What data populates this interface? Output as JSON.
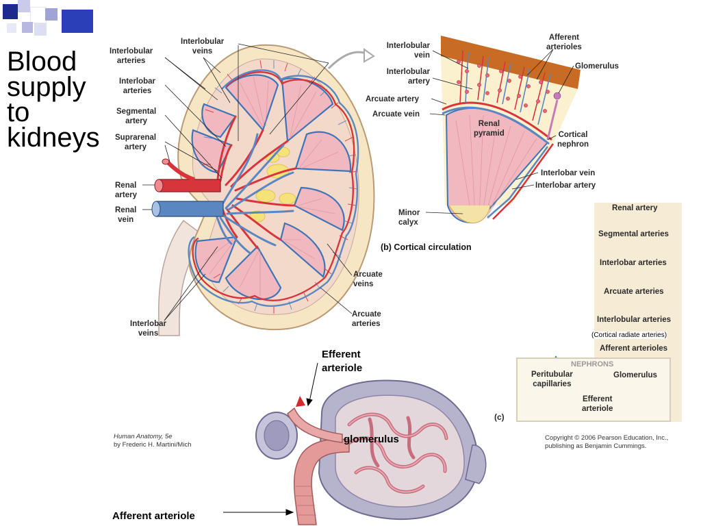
{
  "title": {
    "line1": "Blood",
    "line2": "supply",
    "line3": "to",
    "line4": "kidneys"
  },
  "kidney_labels": {
    "interlobular_arteries": [
      "Interlobular",
      "arteries"
    ],
    "interlobular_veins": [
      "Interlobular",
      "veins"
    ],
    "interlobar_arteries": [
      "Interlobar",
      "arteries"
    ],
    "segmental_artery": [
      "Segmental",
      "artery"
    ],
    "suprarenal_artery": [
      "Suprarenal",
      "artery"
    ],
    "renal_artery": [
      "Renal",
      "artery"
    ],
    "renal_vein": [
      "Renal",
      "vein"
    ],
    "arcuate_veins": [
      "Arcuate",
      "veins"
    ],
    "arcuate_arteries": [
      "Arcuate",
      "arteries"
    ],
    "interlobar_veins": [
      "Interlobar",
      "veins"
    ]
  },
  "cortical_labels": {
    "interlobular_vein": [
      "Interlobular",
      "vein"
    ],
    "interlobular_artery": [
      "Interlobular",
      "artery"
    ],
    "arcuate_artery": "Arcuate artery",
    "arcuate_vein": "Arcuate vein",
    "afferent_arterioles": [
      "Afferent",
      "arterioles"
    ],
    "glomerulus": "Glomerulus",
    "renal_pyramid": [
      "Renal",
      "pyramid"
    ],
    "cortical_nephron": [
      "Cortical",
      "nephron"
    ],
    "interlobar_vein": "Interlobar vein",
    "interlobar_artery": "Interlobar artery",
    "minor_calyx": [
      "Minor",
      "calyx"
    ],
    "caption": "(b) Cortical circulation"
  },
  "flowchart": {
    "steps": [
      "Renal artery",
      "Segmental arteries",
      "Interlobar arteries",
      "Arcuate arteries",
      "Interlobular arteries"
    ],
    "note": "(Cortical radiate arteries)",
    "afferent": "Afferent arterioles",
    "nephrons": "NEPHRONS",
    "glomerulus": "Glomerulus",
    "efferent": [
      "Efferent",
      "arteriole"
    ],
    "peritubular": [
      "Peritubular",
      "capillaries"
    ],
    "panel_label": "(c)"
  },
  "glomerulus_labels": {
    "efferent": [
      "Efferent",
      "arteriole"
    ],
    "glomerulus": "glomerulus",
    "afferent": "Afferent arteriole"
  },
  "credits": {
    "left": [
      "Human Anatomy, 5e",
      "by Frederic H. Martini/Mich"
    ],
    "right": [
      "Copyright © 2006 Pearson Education, Inc.,",
      "publishing as Benjamin Cummings."
    ]
  },
  "colors": {
    "artery": "#d8343c",
    "vein": "#5a86c2",
    "pyramid": "#f2b8bf",
    "flow_bg": "#f6ecd6",
    "arrow": "#e0312f",
    "back_arrow": "#1f82c3"
  }
}
